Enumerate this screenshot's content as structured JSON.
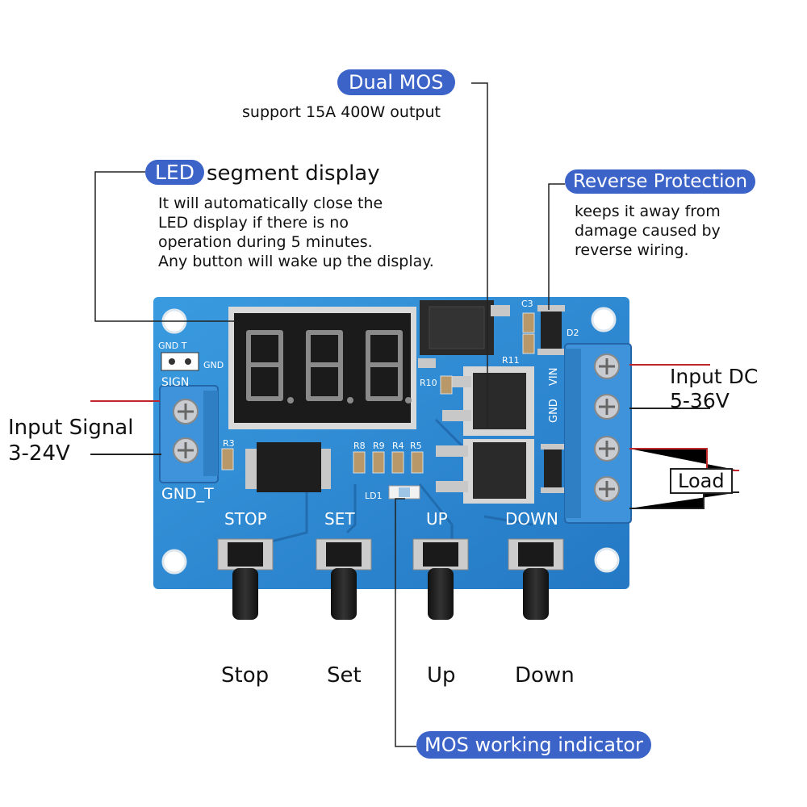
{
  "callouts": {
    "dual_mos": {
      "title": "Dual MOS",
      "desc": "support 15A 400W output"
    },
    "led": {
      "title_pill": "LED",
      "title_rest": "segment display",
      "desc": [
        "It will automatically close the",
        "LED display if there is no",
        "operation during 5 minutes.",
        "Any button will wake up the display."
      ]
    },
    "reverse": {
      "title": "Reverse Protection",
      "desc": [
        "keeps it away from",
        "damage caused by",
        "reverse wiring."
      ]
    },
    "input_signal": {
      "line1": "Input Signal",
      "line2": "3-24V"
    },
    "input_dc": {
      "line1": "Input DC",
      "line2": "5-36V"
    },
    "load": "Load",
    "mos_indicator": "MOS working indicator"
  },
  "board": {
    "silk": {
      "stop": "STOP",
      "set": "SET",
      "up": "UP",
      "down": "DOWN",
      "gnd_t": "GND_T",
      "sign": "SIGN",
      "gnd_t_small": "GND T",
      "gnd": "GND",
      "vin": "VIN",
      "gnd_v": "GND",
      "r3": "R3",
      "r8": "R8",
      "r9": "R9",
      "r4": "R4",
      "r5": "R5",
      "ld1": "LD1",
      "r10": "R10",
      "r11": "R11",
      "c3": "C3",
      "d2": "D2"
    },
    "display": "8.8.8."
  },
  "buttons": {
    "stop": "Stop",
    "set": "Set",
    "up": "Up",
    "down": "Down"
  },
  "colors": {
    "pcb": "#2f8fd6",
    "pill": "#3b63c8",
    "terminal": "#3a8fd8",
    "display": "#1a1a1a"
  }
}
